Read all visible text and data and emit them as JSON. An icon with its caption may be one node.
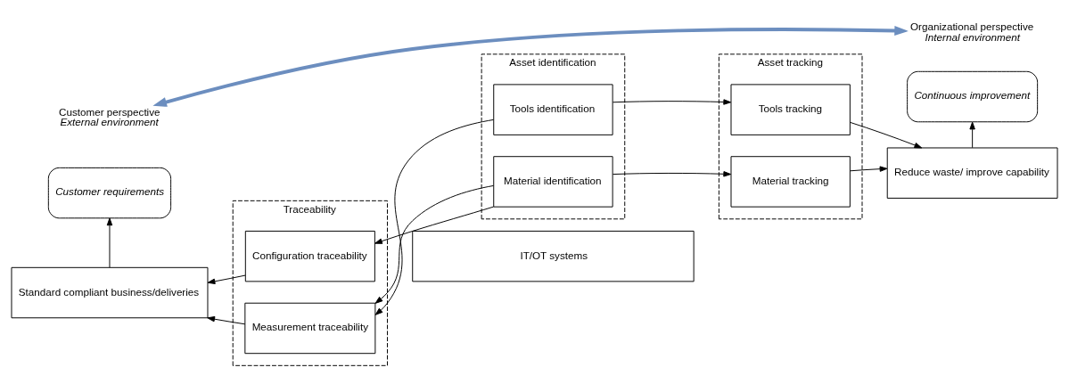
{
  "diagram": {
    "nodes": [
      {
        "text": [
          "Customer requirements"
        ]
      },
      {
        "text": [
          "Standard compliant business/deliveries"
        ]
      },
      {
        "text": [
          "Traceability"
        ]
      },
      {
        "text": [
          "Configuration traceability"
        ],
        "in": 2
      },
      {
        "text": [
          "Measurement traceability"
        ],
        "in": 2
      },
      {
        "text": [
          "Asset identification"
        ]
      },
      {
        "text": [
          "Material identification"
        ],
        "in": 5
      },
      {
        "text": [
          "Tools identification"
        ],
        "in": 5
      },
      {
        "text": [
          "Asset tracking"
        ]
      },
      {
        "text": [
          "Material tracking"
        ],
        "in": 8
      },
      {
        "text": [
          "Tools tracking"
        ],
        "in": 8
      },
      {
        "text": [
          "IT/OT systems"
        ]
      },
      {
        "text": [
          "Continuous improvement"
        ]
      },
      {
        "text": [
          "Reduce waste/ improve capability"
        ]
      },
      {
        "text": [
          "Customer perspective",
          "External environment"
        ]
      },
      {
        "text": [
          "Organizational perspective",
          "Internal environment"
        ]
      }
    ],
    "edges": [
      {
        "from": 1,
        "to": 0,
        "arrow": "to"
      },
      {
        "from": 3,
        "to": 1,
        "arrow": "to"
      },
      {
        "from": 4,
        "to": 1,
        "arrow": "to"
      },
      {
        "from": 6,
        "to": 3,
        "arrow": "to"
      },
      {
        "from": 6,
        "to": 4,
        "arrow": "to"
      },
      {
        "from": 7,
        "to": 4,
        "arrow": "to"
      },
      {
        "from": 6,
        "to": 9,
        "arrow": "to"
      },
      {
        "from": 7,
        "to": 10,
        "arrow": "to"
      },
      {
        "from": 9,
        "to": 13,
        "arrow": "to"
      },
      {
        "from": 10,
        "to": 13,
        "arrow": "to"
      },
      {
        "from": 13,
        "to": 12,
        "arrow": "to"
      },
      {
        "from": 14,
        "to": 15,
        "arrow": "both",
        "style": "thick",
        "color": "#6c8ebf"
      }
    ]
  }
}
